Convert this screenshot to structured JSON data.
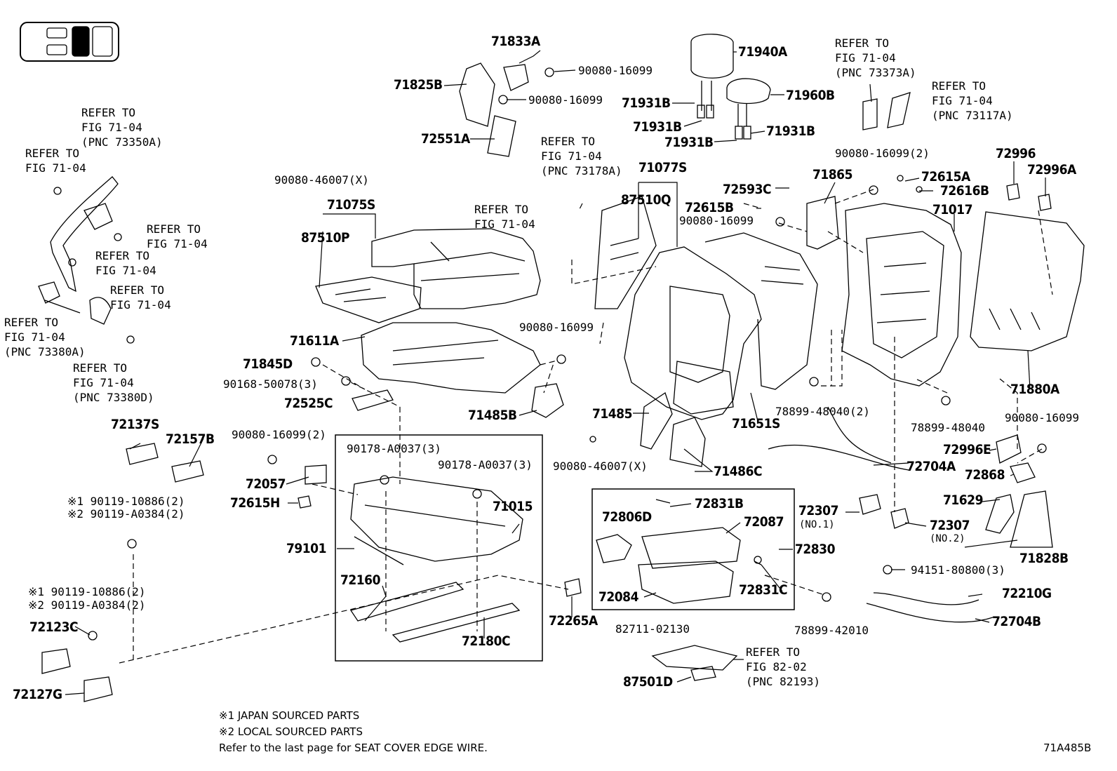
{
  "diagram": {
    "code": "71A485B",
    "notes": [
      "※1 JAPAN SOURCED PARTS",
      "※2 LOCAL SOURCED PARTS",
      "Refer to the last page for SEAT COVER EDGE WIRE."
    ],
    "part_labels": {
      "p71833A": "71833A",
      "p71825B": "71825B",
      "p72551A": "72551A",
      "p71940A": "71940A",
      "p71960B": "71960B",
      "p71931B_1": "71931B",
      "p71931B_2": "71931B",
      "p71931B_3": "71931B",
      "p71931B_4": "71931B",
      "p71077S": "71077S",
      "p87510Q": "87510Q",
      "p71075S": "71075S",
      "p87510P": "87510P",
      "p71611A": "71611A",
      "p71845D": "71845D",
      "p72525C": "72525C",
      "p71485B": "71485B",
      "p71485": "71485",
      "p71486C": "71486C",
      "p71651S": "71651S",
      "p72593C": "72593C",
      "p72615B": "72615B",
      "p71865": "71865",
      "p72615A": "72615A",
      "p72616B": "72616B",
      "p71017": "71017",
      "p72996": "72996",
      "p72996A": "72996A",
      "p71880A": "71880A",
      "p72996E": "72996E",
      "p72868": "72868",
      "p72704A": "72704A",
      "p71629": "71629",
      "p71828B": "71828B",
      "p72307_1": "72307",
      "p72307_2": "72307",
      "p72210G": "72210G",
      "p72704B": "72704B",
      "p72137S": "72137S",
      "p72157B": "72157B",
      "p72057": "72057",
      "p72615H": "72615H",
      "p79101": "79101",
      "p71015": "71015",
      "p72160": "72160",
      "p72180C": "72180C",
      "p72265A": "72265A",
      "p72806D": "72806D",
      "p72831B": "72831B",
      "p72087": "72087",
      "p72830": "72830",
      "p72084": "72084",
      "p72831C": "72831C",
      "p87501D": "87501D",
      "p72123C": "72123C",
      "p72127G": "72127G"
    },
    "fastener_labels": {
      "f_90080_16099_a": "90080-16099",
      "f_90080_16099_b": "90080-16099",
      "f_90080_46007_a": "90080-46007(X)",
      "f_90080_16099_c": "90080-16099(2)",
      "f_90080_16099_d": "90080-16099",
      "f_90080_16099_e": "90080-16099",
      "f_90168_50078": "90168-50078(3)",
      "f_90080_16099_f": "90080-16099(2)",
      "f_90178_a": "90178-A0037(3)",
      "f_90178_b": "90178-A0037(3)",
      "f_90080_46007_b": "90080-46007(X)",
      "f_78899_48040_2": "78899-48040(2)",
      "f_78899_48040": "78899-48040",
      "f_90080_16099_g": "90080-16099",
      "f_94151_80800": "94151-80800(3)",
      "f_78899_42010": "78899-42010",
      "f_82711_02130": "82711-02130",
      "f_90119_a1": "※1 90119-10886(2)",
      "f_90119_a2": "※2 90119-A0384(2)",
      "f_90119_b1": "※1 90119-10886(2)",
      "f_90119_b2": "※2 90119-A0384(2)",
      "no1": "(NO.1)",
      "no2": "(NO.2)"
    },
    "references": {
      "r1": "REFER TO\nFIG 71-04\n(PNC 73350A)",
      "r2": "REFER TO\nFIG 71-04",
      "r3": "REFER TO\nFIG 71-04",
      "r4": "REFER TO\nFIG 71-04",
      "r5": "REFER TO\nFIG 71-04",
      "r6": "REFER TO\nFIG 71-04\n(PNC 73380A)",
      "r7": "REFER TO\nFIG 71-04\n(PNC 73380D)",
      "r8": "REFER TO\nFIG 71-04\n(PNC 73178A)",
      "r9": "REFER TO\nFIG 71-04",
      "r10": "REFER TO\nFIG 71-04\n(PNC 73373A)",
      "r11": "REFER TO\nFIG 71-04\n(PNC 73117A)",
      "r12": "REFER TO\nFIG 82-02\n(PNC 82193)"
    }
  }
}
